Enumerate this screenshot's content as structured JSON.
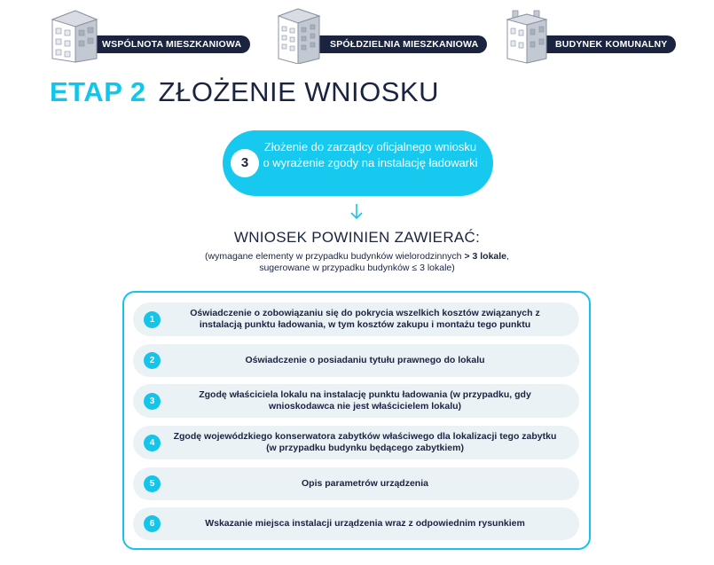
{
  "tags": [
    {
      "label": "WSPÓLNOTA MIESZKANIOWA",
      "icon": "apartment-building-icon"
    },
    {
      "label": "SPÓŁDZIELNIA MIESZKANIOWA",
      "icon": "tower-block-icon"
    },
    {
      "label": "BUDYNEK KOMUNALNY",
      "icon": "municipal-building-icon"
    }
  ],
  "heading": {
    "stage": "ETAP 2",
    "title": "ZŁOŻENIE WNIOSKU"
  },
  "step": {
    "number": "3",
    "text": "Złożenie do zarządcy oficjalnego wniosku o wyrażenie zgody na instalację ładowarki"
  },
  "section": {
    "title": "WNIOSEK POWINIEN ZAWIERAĆ:",
    "note_prefix": "(wymagane elementy w przypadku budynków wielorodzinnych",
    "note_bold": "> 3 lokale",
    "note_suffix": ",",
    "note_line2": "sugerowane w przypadku budynków ≤ 3 lokale)"
  },
  "items": [
    {
      "number": "1",
      "text": "Oświadczenie o zobowiązaniu się do pokrycia wszelkich kosztów związanych z instalacją punktu ładowania, w tym kosztów zakupu i montażu tego punktu"
    },
    {
      "number": "2",
      "text": "Oświadczenie o posiadaniu tytułu prawnego do lokalu"
    },
    {
      "number": "3",
      "text": "Zgodę właściciela lokalu na instalację punktu ładowania (w przypadku, gdy wnioskodawca nie jest właścicielem lokalu)"
    },
    {
      "number": "4",
      "text": "Zgodę wojewódzkiego konserwatora zabytków właściwego dla lokalizacji tego zabytku (w przypadku budynku będącego zabytkiem)"
    },
    {
      "number": "5",
      "text": "Opis parametrów urządzenia"
    },
    {
      "number": "6",
      "text": "Wskazanie miejsca instalacji urządzenia wraz z odpowiednim rysunkiem"
    }
  ],
  "colors": {
    "accent": "#16c4ea",
    "navy": "#1a2340",
    "item_bg": "#eaf2f6"
  }
}
